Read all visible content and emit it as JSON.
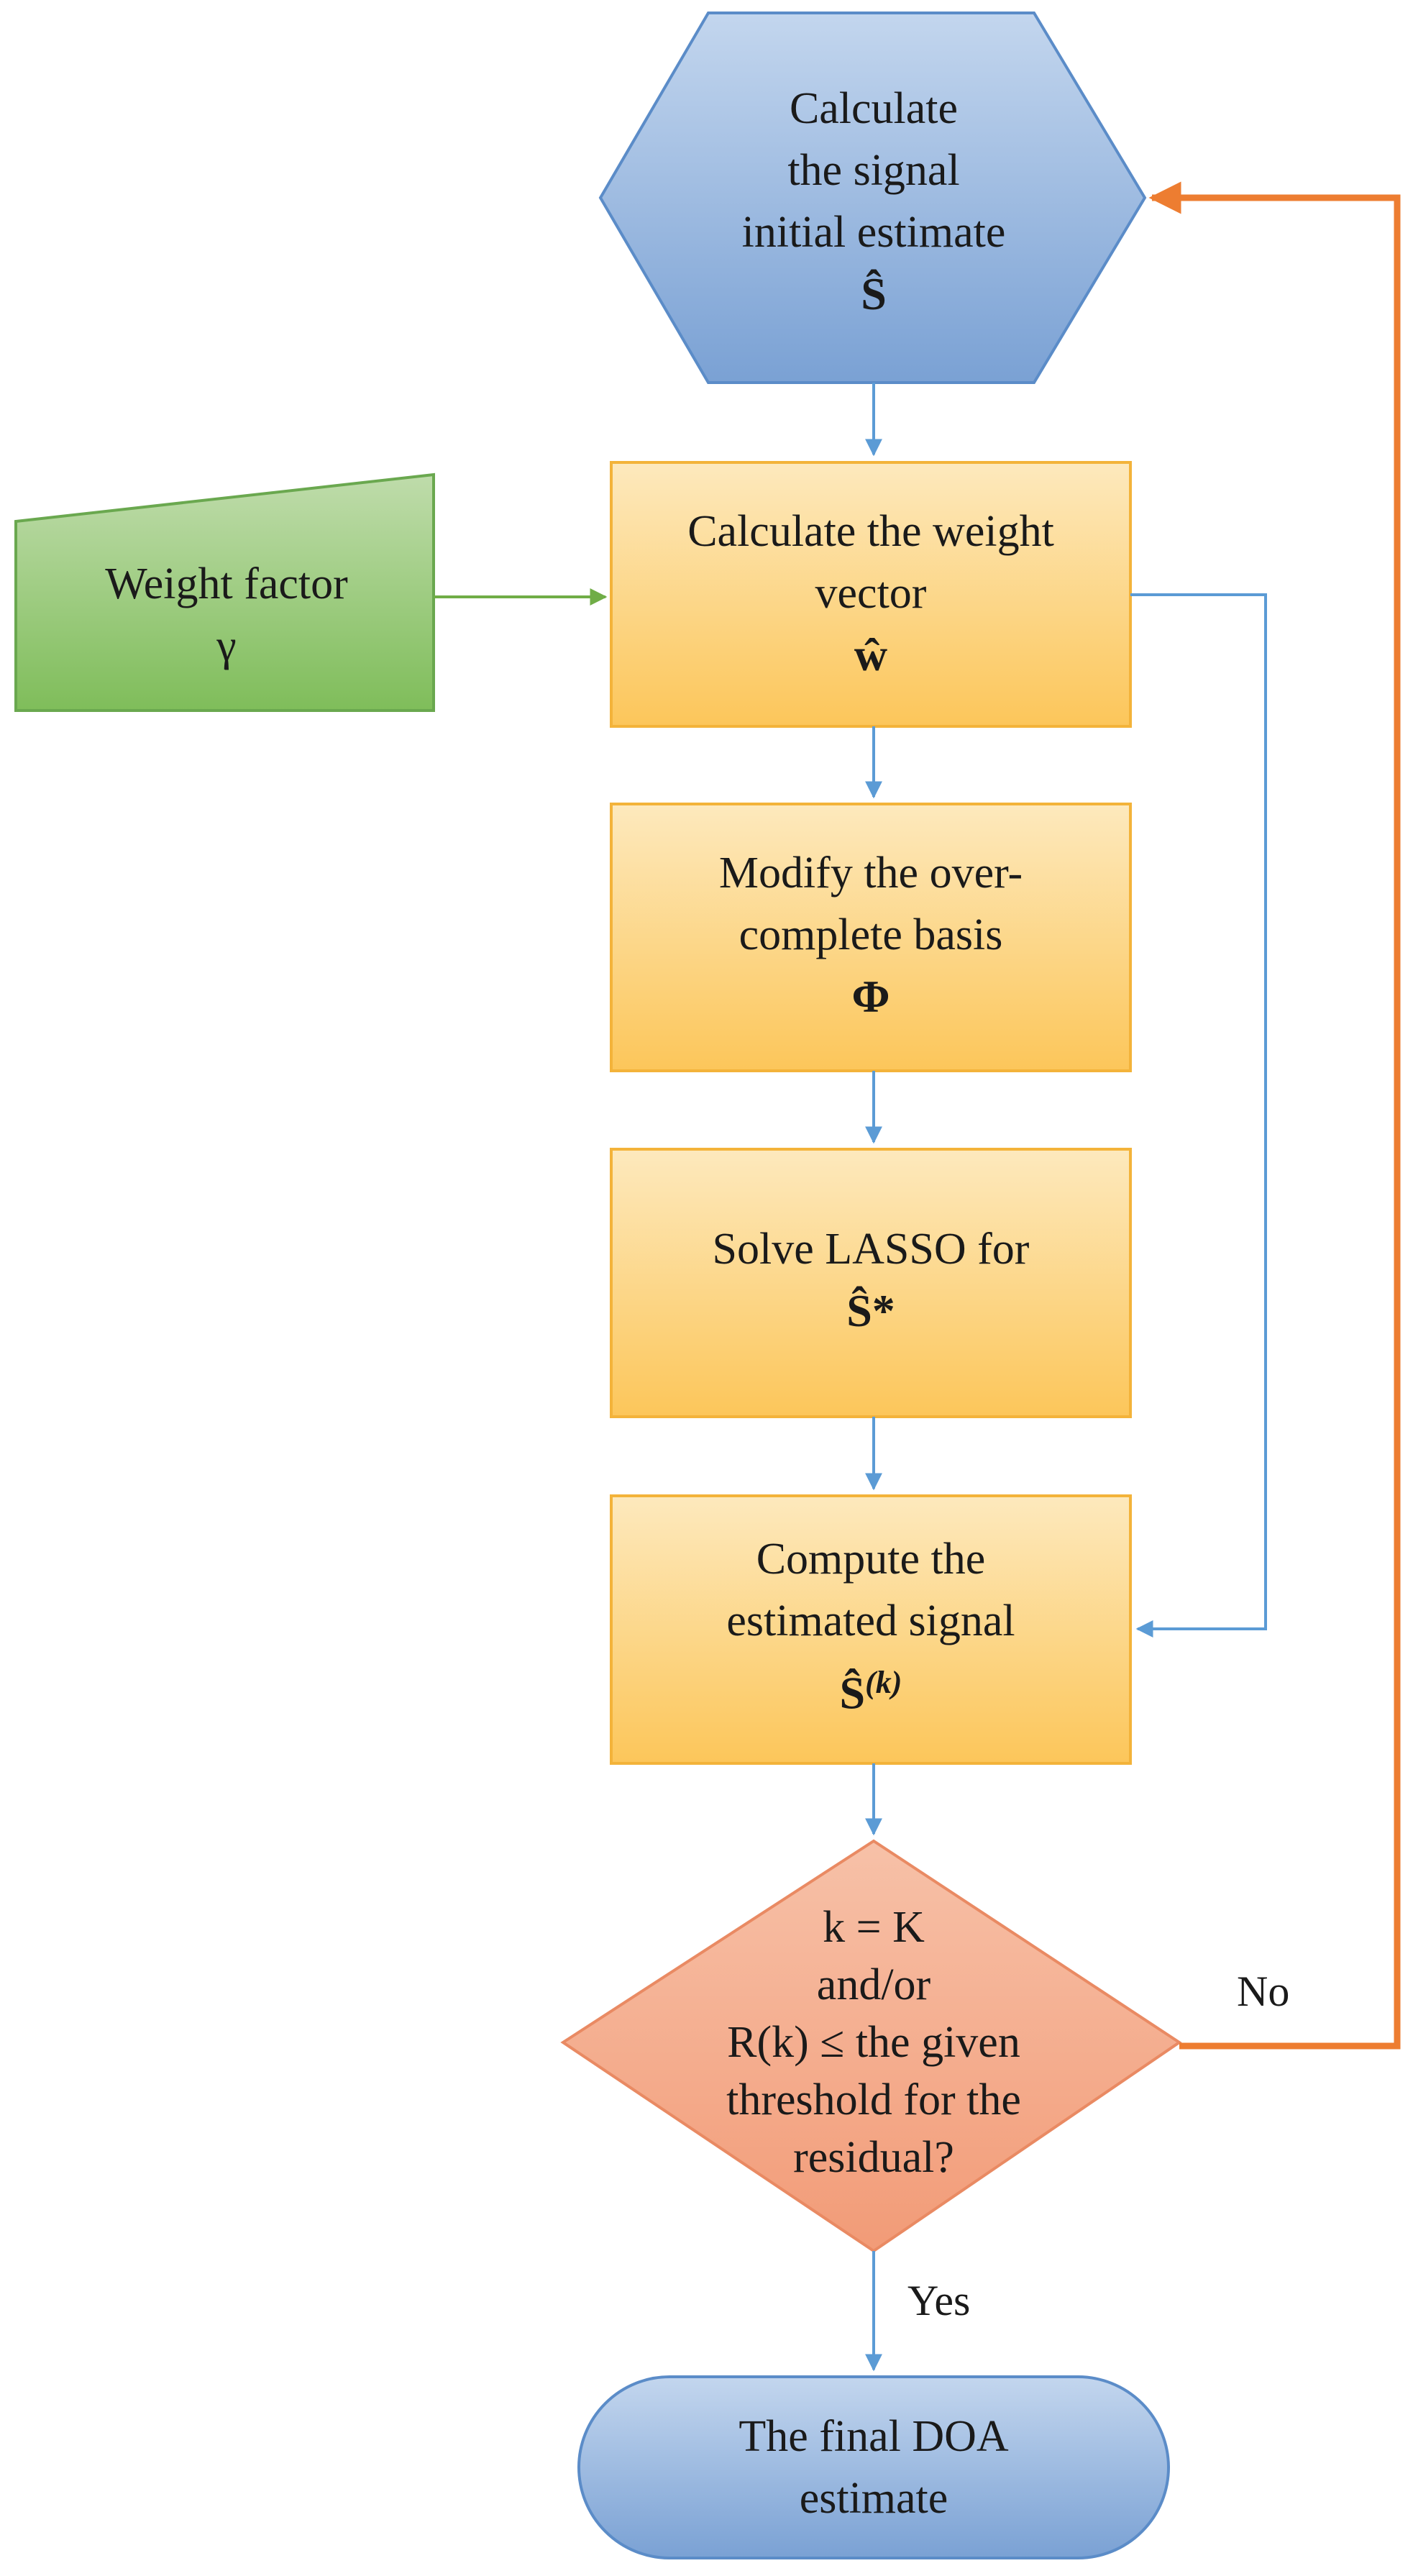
{
  "nodes": {
    "start": {
      "lines": [
        "Calculate",
        "the signal",
        "initial estimate"
      ],
      "symbol": "Ŝ"
    },
    "weight_factor": {
      "lines": [
        "Weight factor",
        "γ"
      ]
    },
    "weight_vector": {
      "lines": [
        "Calculate the weight",
        "vector"
      ],
      "symbol": "ŵ"
    },
    "modify_basis": {
      "lines": [
        "Modify the over-",
        "complete basis"
      ],
      "symbol": "Φ"
    },
    "lasso": {
      "lines": [
        "Solve LASSO for"
      ],
      "symbol": "Ŝ*"
    },
    "compute": {
      "lines": [
        "Compute the",
        "estimated signal"
      ],
      "symbol": "Ŝ",
      "superscript": "(k)"
    },
    "decision": {
      "lines": [
        "k = K",
        "and/or",
        "R(k) ≤ the given",
        "threshold for the",
        "residual?"
      ]
    },
    "final": {
      "lines": [
        "The final DOA",
        "estimate"
      ]
    }
  },
  "edges": {
    "no_label": "No",
    "yes_label": "Yes"
  },
  "colors": {
    "hexagon_fill_top": "#b8cfe9",
    "hexagon_fill_bottom": "#7ea3d6",
    "hexagon_stroke": "#5b8cc8",
    "process_fill_top": "#fde7b8",
    "process_fill_bottom": "#fbc85e",
    "process_stroke": "#f3b33a",
    "input_fill_top": "#b7d9a0",
    "input_fill_bottom": "#84c060",
    "input_stroke": "#6aa84f",
    "decision_fill": "#f3a98a",
    "decision_stroke": "#e98a63",
    "terminal_fill_top": "#b8cfe9",
    "terminal_fill_bottom": "#7ea3d6",
    "arrow_blue": "#5b9bd5",
    "arrow_green": "#70ad47",
    "arrow_orange": "#ed7d31"
  }
}
